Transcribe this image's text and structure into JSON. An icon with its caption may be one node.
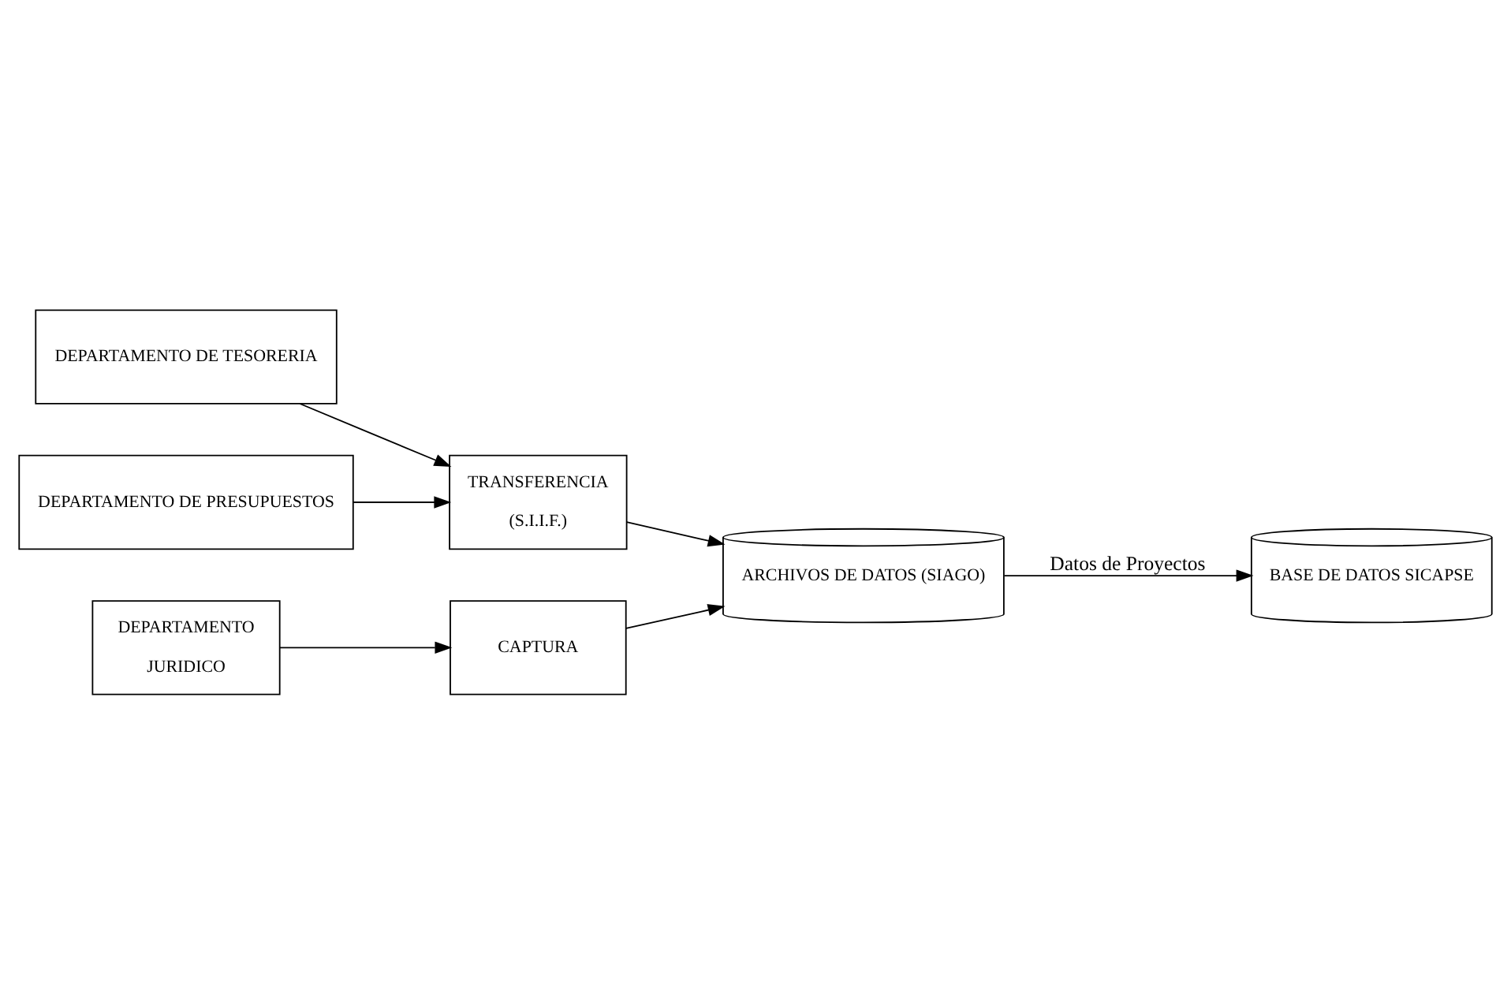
{
  "diagram": {
    "nodes": [
      {
        "text": [
          "DEPARTAMENTO DE PRESUPUESTOS"
        ]
      },
      {
        "text": [
          "DEPARTAMENTO DE TESORERIA"
        ]
      },
      {
        "text": [
          "TRANSFERENCIA",
          "(S.I.I.F.)"
        ]
      },
      {
        "text": [
          "DEPARTAMENTO",
          "JURIDICO"
        ]
      },
      {
        "text": [
          "CAPTURA"
        ]
      },
      {
        "text": [
          "ARCHIVOS DE DATOS (SIAGO)"
        ]
      },
      {
        "text": [
          "BASE DE DATOS SICAPSE"
        ]
      }
    ],
    "edges": [
      {
        "from": 0,
        "to": 2,
        "arrow": "to"
      },
      {
        "from": 1,
        "to": 2,
        "arrow": "to"
      },
      {
        "from": 2,
        "to": 5,
        "arrow": "to"
      },
      {
        "from": 3,
        "to": 4,
        "arrow": "to"
      },
      {
        "from": 4,
        "to": 5,
        "arrow": "to"
      },
      {
        "from": 5,
        "to": 6,
        "arrow": "to",
        "label": "Datos de Proyectos"
      }
    ]
  }
}
